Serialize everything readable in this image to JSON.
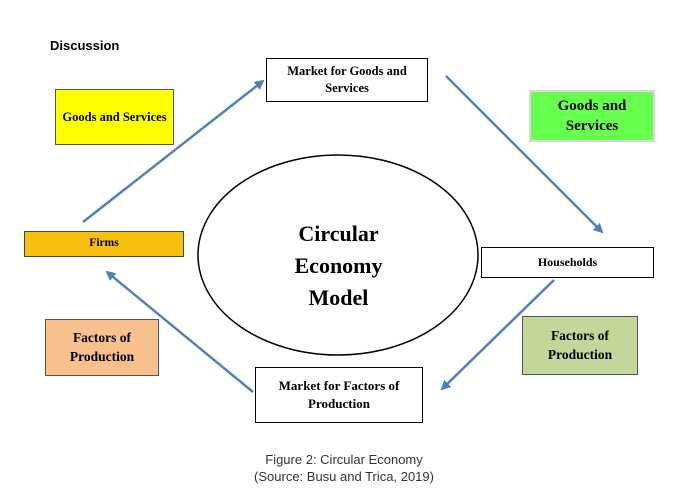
{
  "heading": "Discussion",
  "center": {
    "line1": "Circular",
    "line2": "Economy",
    "line3": "Model"
  },
  "nodes": {
    "market_goods": "Market for Goods and Services",
    "households": "Households",
    "market_factors": "Market for Factors of Production",
    "firms": "Firms"
  },
  "flow_labels": {
    "goods_left": "Goods and Services",
    "goods_right": "Goods and Services",
    "factors_left": "Factors of Production",
    "factors_right": "Factors of Production"
  },
  "caption": {
    "line1": "Figure 2: Circular Economy",
    "line2": "(Source: Busu and Trica, 2019)"
  },
  "colors": {
    "arrow": "#4f81bd",
    "firms": "#f9bf0f",
    "goods_left": "#ffff00",
    "goods_right": "#66ff4d",
    "factors_left": "#f7c08d",
    "factors_right": "#c4d79b"
  }
}
